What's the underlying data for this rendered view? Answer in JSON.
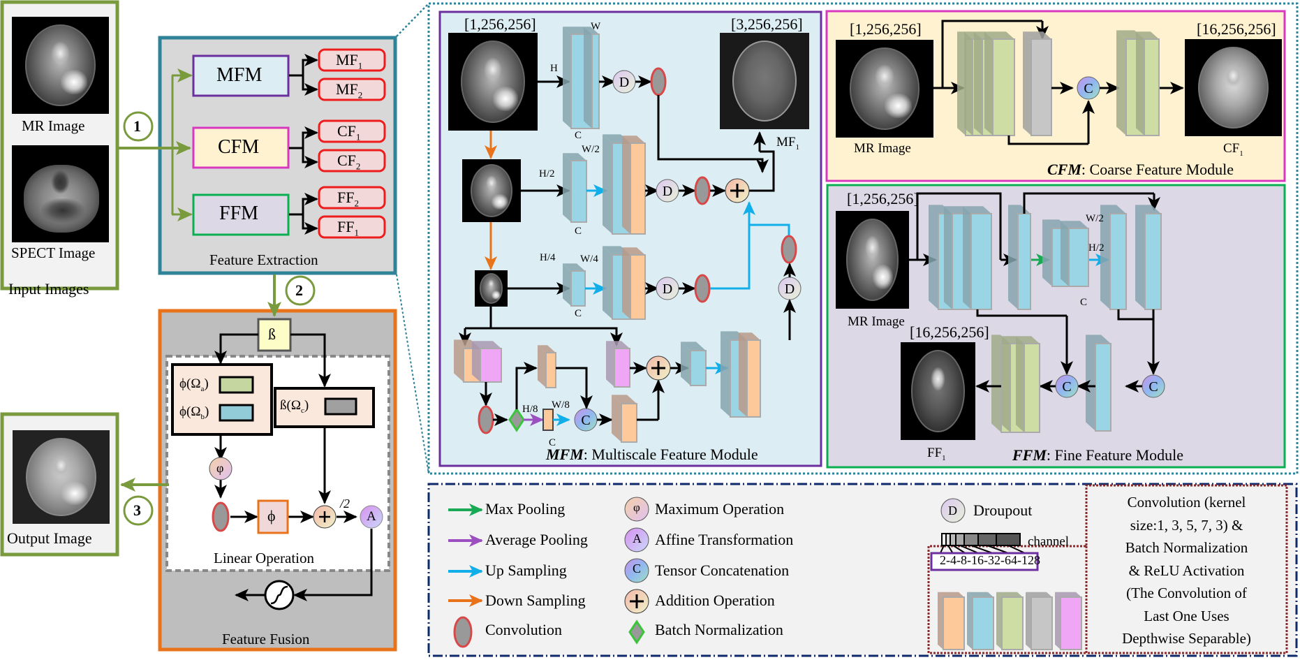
{
  "input_panel": {
    "mr_label": "MR Image",
    "spect_label": "SPECT Image",
    "title": "Input Images"
  },
  "output_panel": {
    "label": "Output Image"
  },
  "steps": [
    "1",
    "2",
    "3"
  ],
  "feature_extraction": {
    "title": "Feature Extraction",
    "modules": [
      {
        "name": "MFM",
        "outputs": [
          {
            "base": "MF",
            "sub": "1"
          },
          {
            "base": "MF",
            "sub": "2"
          }
        ]
      },
      {
        "name": "CFM",
        "outputs": [
          {
            "base": "CF",
            "sub": "1"
          },
          {
            "base": "CF",
            "sub": "2"
          }
        ]
      },
      {
        "name": "FFM",
        "outputs": [
          {
            "base": "FF",
            "sub": "2"
          },
          {
            "base": "FF",
            "sub": "1"
          }
        ]
      }
    ]
  },
  "feature_fusion": {
    "title": "Feature Fusion",
    "linear_op_title": "Linear Operation",
    "beta": "ß",
    "phi_a": {
      "base": "ϕ(Ω",
      "sub": "a",
      "close": ")"
    },
    "phi_b": {
      "base": "ϕ(Ω",
      "sub": "b",
      "close": ")"
    },
    "beta_c": {
      "base": "ß(Ω",
      "sub": "c",
      "close": ")"
    },
    "max_op": "φ",
    "phi_box": "ϕ",
    "plus": "+",
    "half": "/2",
    "affine": "A"
  },
  "mfm": {
    "title_abbr": "MFM",
    "title_rest": ": Multiscale Feature Module",
    "input_dim": "[1,256,256]",
    "output_dim": "[3,256,256]",
    "output_label_base": "MF",
    "output_label_sub": "1",
    "dims": {
      "H": "H",
      "W": "W",
      "C": "C",
      "H2": "H/2",
      "W2": "W/2",
      "H4": "H/4",
      "W4": "W/4",
      "H8": "H/8",
      "W8": "W/8"
    },
    "dropout": "D",
    "concat": "C"
  },
  "cfm": {
    "title_abbr": "CFM",
    "title_rest": ": Coarse Feature Module",
    "input_dim": "[1,256,256]",
    "output_dim": "[16,256,256]",
    "input_label": "MR Image",
    "output_label_base": "CF",
    "output_label_sub": "1",
    "concat": "C"
  },
  "ffm": {
    "title_abbr": "FFM",
    "title_rest": ": Fine Feature Module",
    "input_dim": "[1,256,256]",
    "output_dim": "[16,256,256]",
    "input_label": "MR Image",
    "output_label_base": "FF",
    "output_label_sub": "1",
    "dims": {
      "W2": "W/2",
      "H2": "H/2",
      "C": "C"
    },
    "concat": "C"
  },
  "legend": {
    "arrows": [
      {
        "label": "Max Pooling",
        "color": "#1aaa55"
      },
      {
        "label": "Average Pooling",
        "color": "#9b4fc0"
      },
      {
        "label": "Up Sampling",
        "color": "#12aeea"
      },
      {
        "label": "Down Sampling",
        "color": "#e8731a"
      }
    ],
    "convolution": "Convolution",
    "ops": [
      {
        "symbol": "φ",
        "label": "Maximum Operation"
      },
      {
        "symbol": "A",
        "label": "Affine Transformation"
      },
      {
        "symbol": "C",
        "label": "Tensor Concatenation"
      },
      {
        "symbol": "+",
        "label": "Addition Operation"
      }
    ],
    "batch_norm": "Batch Normalization",
    "dropout_symbol": "D",
    "dropout": "Droupout",
    "channel": "channel",
    "channel_values": "2-4-8-16-32-64-128",
    "conv_note": [
      "Convolution (kernel",
      "size:1, 3, 5, 7, 3) &",
      "Batch Normalization",
      "& ReLU Activation",
      "(The Convolution of",
      "Last One Uses",
      "Depthwise Separable)"
    ],
    "block_colors": [
      "#fdc99a",
      "#99d5e4",
      "#cedda4",
      "#c6c6c6",
      "#efa6f4"
    ]
  },
  "colors": {
    "green_panel": "#7a9a3e",
    "teal": "#2e8399",
    "orange": "#e8731a",
    "purple": "#6c2fa0",
    "magenta": "#d838c0",
    "fe_green": "#0aaf50",
    "red": "#ee1c1c",
    "navy": "#0d2b6b",
    "dark_red_dotted": "#8b2b2b"
  }
}
